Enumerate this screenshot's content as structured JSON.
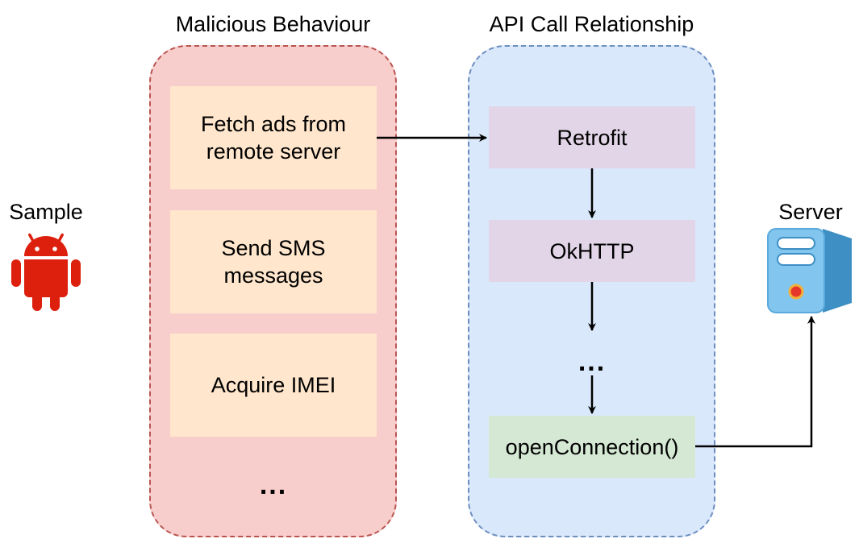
{
  "sample": {
    "label": "Sample",
    "icon": "android-icon",
    "color": "#dd1f0d"
  },
  "server": {
    "label": "Server",
    "icon": "server-icon"
  },
  "malicious_behaviour": {
    "title": "Malicious Behaviour",
    "items": [
      {
        "lines": [
          "Fetch ads from",
          "remote server"
        ]
      },
      {
        "lines": [
          "Send SMS",
          "messages"
        ]
      },
      {
        "lines": [
          "Acquire IMEI"
        ]
      }
    ],
    "more": "..."
  },
  "api_call_relationship": {
    "title": "API Call Relationship",
    "nodes": [
      "Retrofit",
      "OkHTTP"
    ],
    "ellipsis": "...",
    "final_node": "openConnection()"
  },
  "colors": {
    "malicious_fill": "#f8cecc",
    "malicious_border": "#b85450",
    "api_fill": "#dae8fc",
    "api_border": "#6c8ebf",
    "item_fill": "#ffe6cc",
    "node_fill": "#e1d5e7",
    "final_node_fill": "#d5e8d4"
  }
}
